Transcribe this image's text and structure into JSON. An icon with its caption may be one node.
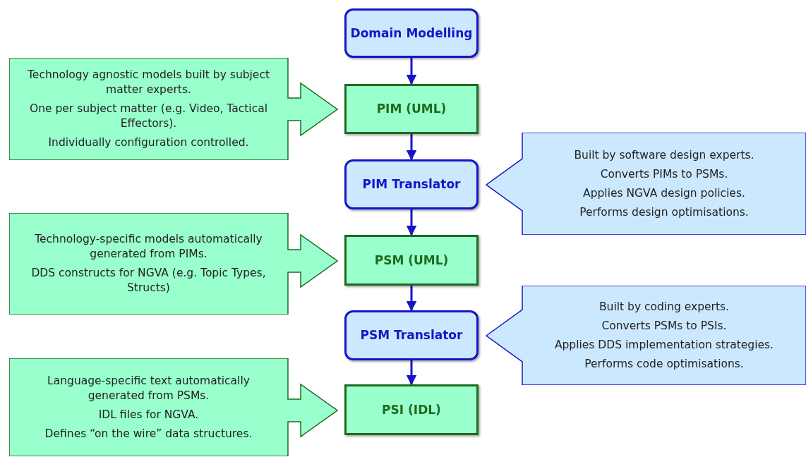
{
  "diagram": {
    "nodes": [
      {
        "text": [
          "Domain Modelling"
        ]
      },
      {
        "text": [
          "Technology agnostic models built by subject matter experts.",
          "One per subject matter (e.g. Video, Tactical Effectors).",
          "Individually configuration controlled."
        ]
      },
      {
        "text": [
          "PIM (UML)"
        ]
      },
      {
        "text": [
          "Built by software design experts.",
          "Converts PIMs to PSMs.",
          "Applies NGVA design policies.",
          "Performs design optimisations."
        ]
      },
      {
        "text": [
          "PIM Translator"
        ]
      },
      {
        "text": [
          "Technology-specific models automatically generated from PIMs.",
          "DDS constructs for NGVA (e.g. Topic Types, Structs)"
        ]
      },
      {
        "text": [
          "PSM (UML)"
        ]
      },
      {
        "text": [
          "Built by coding experts.",
          "Converts PSMs to PSIs.",
          "Applies DDS implementation strategies.",
          "Performs code optimisations."
        ]
      },
      {
        "text": [
          "PSM Translator"
        ]
      },
      {
        "text": [
          "Language-specific text automatically generated from PSMs.",
          "IDL files for NGVA.",
          "Defines “on the wire” data structures."
        ]
      },
      {
        "text": [
          "PSI (IDL)"
        ]
      }
    ],
    "edges": [
      {
        "from": 0,
        "to": 2,
        "arrow": "to"
      },
      {
        "from": 2,
        "to": 4,
        "arrow": "to"
      },
      {
        "from": 4,
        "to": 6,
        "arrow": "to"
      },
      {
        "from": 6,
        "to": 8,
        "arrow": "to"
      },
      {
        "from": 8,
        "to": 10,
        "arrow": "to"
      }
    ]
  }
}
